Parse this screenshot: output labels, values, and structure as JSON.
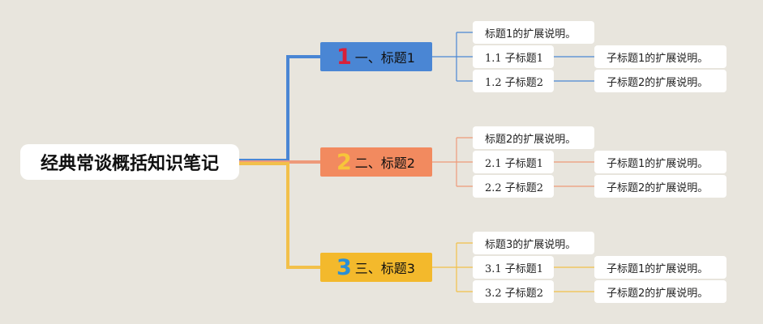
{
  "root": {
    "title": "经典常谈概括知识笔记"
  },
  "branches": [
    {
      "number": "1",
      "title": "一、标题1",
      "color": "#4a86d4",
      "branch_bg": "#4a86d4",
      "num_color": "#d9203a",
      "description": "标题1的扩展说明。",
      "subs": [
        {
          "title": "1.1 子标题1",
          "extension": "子标题1的扩展说明。"
        },
        {
          "title": "1.2 子标题2",
          "extension": "子标题2的扩展说明。"
        }
      ]
    },
    {
      "number": "2",
      "title": "二、标题2",
      "color": "#ee9a7a",
      "branch_bg": "#f28a5f",
      "num_color": "#f7c53a",
      "description": "标题2的扩展说明。",
      "subs": [
        {
          "title": "2.1 子标题1",
          "extension": "子标题1的扩展说明。"
        },
        {
          "title": "2.2 子标题2",
          "extension": "子标题2的扩展说明。"
        }
      ]
    },
    {
      "number": "3",
      "title": "三、标题3",
      "color": "#f2c04a",
      "branch_bg": "#f3b92c",
      "num_color": "#2a8fd6",
      "description": "标题3的扩展说明。",
      "subs": [
        {
          "title": "3.1 子标题1",
          "extension": "子标题1的扩展说明。"
        },
        {
          "title": "3.2 子标题2",
          "extension": "子标题2的扩展说明。"
        }
      ]
    }
  ]
}
